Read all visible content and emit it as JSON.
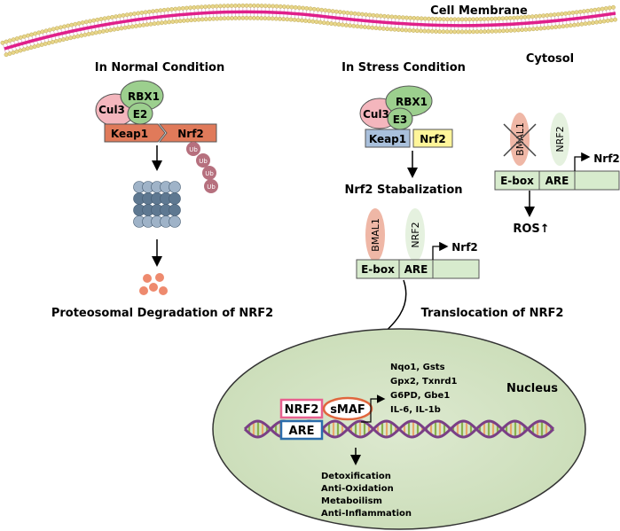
{
  "membrane": {
    "label": "Cell Membrane",
    "cytosol_label": "Cytosol"
  },
  "normal": {
    "title": "In Normal Condition",
    "cul3": "Cul3",
    "rbx1": "RBX1",
    "e2": "E2",
    "keap1": "Keap1",
    "nrf2": "Nrf2",
    "ub": [
      "Ub",
      "Ub",
      "Ub",
      "Ub"
    ],
    "degradation_label": "Proteosomal Degradation of NRF2"
  },
  "stress": {
    "title": "In Stress Condition",
    "cul3": "Cul3",
    "rbx1": "RBX1",
    "e3": "E3",
    "keap1": "Keap1",
    "nrf2": "Nrf2",
    "stabilization_label": "Nrf2 Stabalization",
    "bmal1": "BMAL1",
    "nrf2_factor": "NRF2",
    "ebox": "E-box",
    "are": "ARE",
    "gene_output": "Nrf2",
    "translocation_label": "Translocation of NRF2"
  },
  "knockout": {
    "bmal1": "BMAL1",
    "nrf2_factor": "NRF2",
    "ebox": "E-box",
    "are": "ARE",
    "gene_output": "Nrf2",
    "ros_label": "ROS↑"
  },
  "nucleus": {
    "label": "Nucleus",
    "nrf2": "NRF2",
    "smaf": "sMAF",
    "are": "ARE",
    "target_genes": [
      "Nqo1, Gsts",
      "Gpx2, Txnrd1",
      "G6PD, Gbe1",
      "IL-6, IL-1b"
    ],
    "outcomes": [
      "Detoxification",
      "Anti-Oxidation",
      "Metaboilism",
      "Anti-Inflammation"
    ]
  },
  "colors": {
    "membrane_head": "#e8d68a",
    "membrane_tail": "#e0208a",
    "cul3": "#f4b6bd",
    "rbx1": "#9ccf8e",
    "keap1_normal": "#e07a5a",
    "keap1_stress": "#a9c0dc",
    "nrf2_stress": "#fff59a",
    "ub": "#b6707e",
    "proteasome": "#667f97",
    "fragments": "#ee8a6e",
    "bmal1": "#efb7a6",
    "nrf2_factor": "#e5f1df",
    "gene_bar": "#d7ebcd",
    "nucleus_fill": "#d4e3c4",
    "nrf2_box": "#e8608f",
    "smaf_ring": "#e0663d",
    "are_box": "#2b6cab",
    "dna_orange": "#e8a86a",
    "dna_purple": "#7a3f86",
    "dna_green": "#89b04c"
  }
}
